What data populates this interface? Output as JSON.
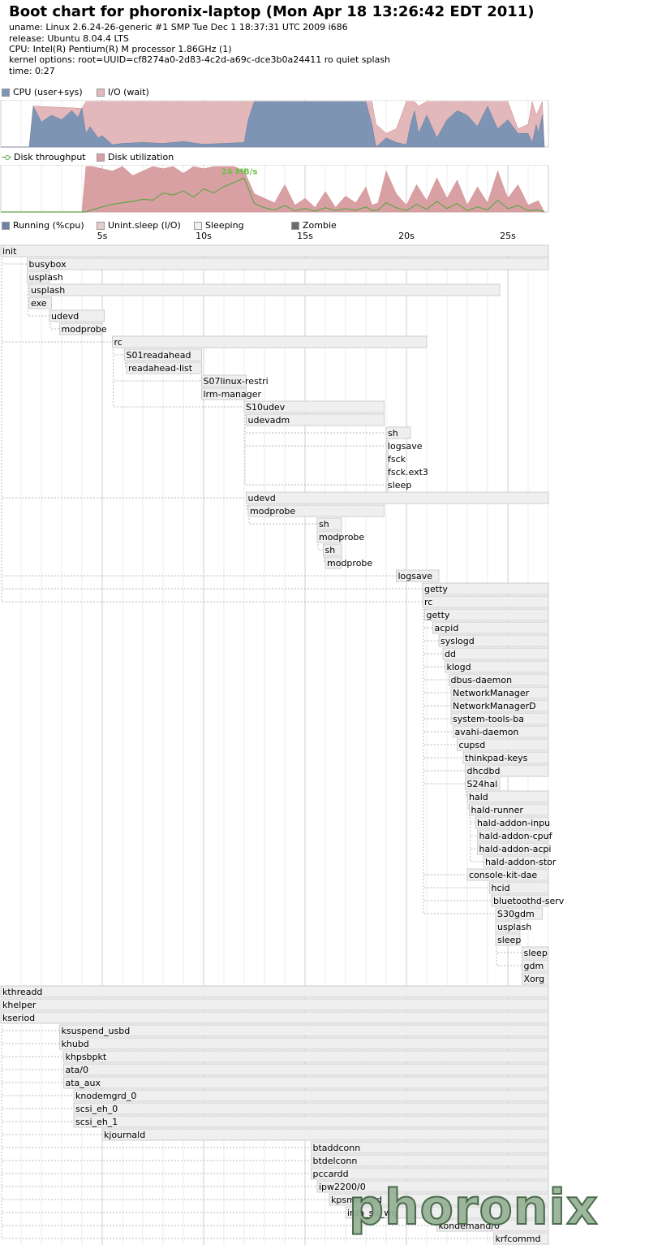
{
  "header": {
    "title": "Boot chart for phoronix-laptop (Mon Apr 18 13:26:42 EDT 2011)",
    "uname": "uname: Linux 2.6.24-26-generic #1 SMP Tue Dec 1 18:37:31 UTC 2009 i686",
    "release": "release: Ubuntu 8.04.4 LTS",
    "cpu": "CPU: Intel(R) Pentium(R) M processor 1.86GHz (1)",
    "kernel_options": "kernel options: root=UUID=cf8274a0-2d83-4c2d-a69c-dce3b0a24411 ro quiet splash",
    "time": "time: 0:27"
  },
  "legends": {
    "cpu": "CPU (user+sys)",
    "io": "I/O (wait)",
    "disk_throughput": "Disk throughput",
    "disk_util": "Disk utilization",
    "running": "Running (%cpu)",
    "unint": "Unint.sleep (I/O)",
    "sleeping": "Sleeping",
    "zombie": "Zombie"
  },
  "colors": {
    "cpu": "#7d94b5",
    "io": "#e3b8bb",
    "io_stroke": "#c88",
    "throughput": "#5fa64a",
    "util": "#d9a0a3",
    "running": "#6c84a8",
    "unint": "#e6cccc",
    "sleeping": "#efefef",
    "zombie": "#6b6b6b",
    "bar_border": "#cccccc",
    "grid": "#dddddd"
  },
  "watermark": "phoronix",
  "chart_data": [
    {
      "type": "area",
      "title": "CPU",
      "x_unit": "s",
      "xlim": [
        0,
        27
      ],
      "ylim": [
        0,
        100
      ],
      "series": [
        {
          "name": "CPU (user+sys)",
          "x": [
            0,
            1.4,
            1.6,
            2,
            2.5,
            3,
            3.5,
            3.8,
            4,
            4.2,
            4.4,
            4.8,
            5,
            5.5,
            6,
            7,
            8,
            9,
            10,
            11,
            12,
            12.2,
            12.5,
            13,
            14,
            15,
            16,
            17,
            18,
            18.3,
            18.5,
            19,
            19.5,
            20,
            20.2,
            20.4,
            20.6,
            21,
            21.5,
            22,
            22.5,
            23,
            23.5,
            24,
            24.5,
            25,
            25.5,
            26,
            26.2,
            26.4,
            26.5,
            26.7,
            26.8
          ],
          "values": [
            0,
            0,
            90,
            55,
            70,
            60,
            80,
            65,
            85,
            30,
            45,
            20,
            25,
            5,
            8,
            10,
            8,
            12,
            6,
            8,
            10,
            60,
            100,
            100,
            100,
            100,
            100,
            100,
            100,
            50,
            0,
            20,
            10,
            5,
            50,
            80,
            30,
            70,
            20,
            60,
            80,
            70,
            45,
            90,
            40,
            60,
            30,
            30,
            10,
            50,
            30,
            70,
            0
          ]
        },
        {
          "name": "I/O (wait)",
          "x": [
            0,
            1.4,
            1.6,
            4,
            4.2,
            4.4,
            4.8,
            5,
            5.5,
            6,
            7,
            8,
            9,
            10,
            11,
            12,
            12.2,
            12.5,
            18.3,
            18.5,
            19,
            19.5,
            20,
            20.2,
            20.4,
            20.6,
            21,
            21.5,
            22,
            22.5,
            23,
            23.5,
            24,
            24.5,
            25,
            25.5,
            26,
            26.2,
            26.4,
            26.5,
            26.7,
            26.8
          ],
          "values": [
            0,
            0,
            90,
            85,
            100,
            100,
            100,
            100,
            100,
            100,
            100,
            100,
            100,
            100,
            100,
            100,
            100,
            100,
            100,
            50,
            30,
            40,
            100,
            100,
            100,
            90,
            100,
            100,
            100,
            100,
            100,
            100,
            100,
            100,
            100,
            40,
            50,
            100,
            70,
            80,
            100,
            0
          ]
        }
      ]
    },
    {
      "type": "area",
      "title": "Disk",
      "x_unit": "s",
      "xlim": [
        0,
        27
      ],
      "annotations": [
        "24 MB/s"
      ],
      "series": [
        {
          "name": "Disk utilization",
          "x": [
            0,
            1.4,
            1.6,
            4,
            4.2,
            4.5,
            5,
            5.5,
            6,
            6.5,
            7,
            7.5,
            8,
            8.5,
            9,
            9.5,
            10,
            10.5,
            11,
            11.5,
            12,
            12.5,
            13,
            13.5,
            14,
            14.5,
            15,
            15.5,
            16,
            16.5,
            17,
            17.5,
            18,
            18.3,
            18.6,
            19,
            19.5,
            20,
            20.5,
            21,
            21.5,
            22,
            22.5,
            23,
            23.5,
            24,
            24.5,
            25,
            25.5,
            26,
            26.5,
            26.8
          ],
          "values": [
            0,
            0,
            0,
            0,
            100,
            100,
            95,
            90,
            100,
            80,
            90,
            100,
            95,
            100,
            85,
            100,
            95,
            100,
            100,
            100,
            90,
            40,
            30,
            20,
            60,
            15,
            30,
            10,
            45,
            10,
            35,
            20,
            55,
            15,
            20,
            90,
            40,
            15,
            60,
            25,
            75,
            30,
            70,
            15,
            55,
            20,
            90,
            30,
            60,
            15,
            25,
            0
          ]
        },
        {
          "name": "Disk throughput",
          "x": [
            0,
            1.4,
            1.6,
            4,
            4.2,
            4.5,
            5,
            5.5,
            6,
            6.5,
            7,
            7.5,
            8,
            8.5,
            9,
            9.5,
            10,
            10.5,
            11,
            11.5,
            12,
            12.5,
            13,
            13.5,
            14,
            14.5,
            15,
            15.5,
            16,
            16.5,
            17,
            17.5,
            18,
            18.3,
            18.6,
            19,
            19.5,
            20,
            20.5,
            21,
            21.5,
            22,
            22.5,
            23,
            23.5,
            24,
            24.5,
            25,
            25.5,
            26,
            26.5,
            26.8
          ],
          "values": [
            0,
            0,
            0,
            0,
            0,
            5,
            12,
            18,
            22,
            25,
            30,
            28,
            45,
            40,
            50,
            35,
            55,
            45,
            60,
            70,
            80,
            20,
            10,
            5,
            15,
            3,
            8,
            2,
            10,
            3,
            8,
            4,
            12,
            3,
            5,
            22,
            10,
            3,
            18,
            6,
            25,
            8,
            20,
            3,
            12,
            5,
            28,
            8,
            15,
            3,
            5,
            0
          ]
        }
      ]
    },
    {
      "type": "gantt",
      "title": "Processes",
      "x_unit": "s",
      "xlim": [
        0,
        27
      ],
      "ticks": [
        "5s",
        "10s",
        "15s",
        "20s",
        "25s"
      ],
      "tasks": [
        {
          "name": "init",
          "start": 0,
          "end": 27,
          "parent": null
        },
        {
          "name": "busybox",
          "start": 1.3,
          "end": 27,
          "parent": 0
        },
        {
          "name": "usplash",
          "start": 1.3,
          "end": 2.4,
          "parent": 1
        },
        {
          "name": "usplash",
          "start": 1.4,
          "end": 24.6,
          "parent": 1
        },
        {
          "name": "exe",
          "start": 1.4,
          "end": 2.5,
          "parent": 1
        },
        {
          "name": "udevd",
          "start": 2.4,
          "end": 5.1,
          "parent": 1
        },
        {
          "name": "modprobe",
          "start": 2.9,
          "end": 5.0,
          "parent": 5
        },
        {
          "name": "rc",
          "start": 5.5,
          "end": 21,
          "parent": 0
        },
        {
          "name": "S01readahead",
          "start": 6.1,
          "end": 9.9,
          "parent": 7
        },
        {
          "name": "readahead-list",
          "start": 6.2,
          "end": 9.9,
          "parent": 8
        },
        {
          "name": "S07linux-restri",
          "start": 9.9,
          "end": 12.1,
          "parent": 7
        },
        {
          "name": "lrm-manager",
          "start": 9.9,
          "end": 12.1,
          "parent": 10
        },
        {
          "name": "S10udev",
          "start": 12.0,
          "end": 18.9,
          "parent": 7
        },
        {
          "name": "udevadm",
          "start": 12.1,
          "end": 18.9,
          "parent": 12
        },
        {
          "name": "sh",
          "start": 19.0,
          "end": 20.2,
          "parent": 12
        },
        {
          "name": "logsave",
          "start": 19.0,
          "end": 19.1,
          "parent": 12
        },
        {
          "name": "fsck",
          "start": 19.0,
          "end": 19.1,
          "parent": 15
        },
        {
          "name": "fsck.ext3",
          "start": 19.0,
          "end": 19.1,
          "parent": 16
        },
        {
          "name": "sleep",
          "start": 19.0,
          "end": 19.1,
          "parent": 12
        },
        {
          "name": "udevd",
          "start": 12.1,
          "end": 27,
          "parent": 0
        },
        {
          "name": "modprobe",
          "start": 12.2,
          "end": 18.9,
          "parent": 19
        },
        {
          "name": "sh",
          "start": 15.6,
          "end": 16.8,
          "parent": 20
        },
        {
          "name": "modprobe",
          "start": 15.6,
          "end": 16.8,
          "parent": 21
        },
        {
          "name": "sh",
          "start": 15.9,
          "end": 16.8,
          "parent": 21
        },
        {
          "name": "modprobe",
          "start": 16.0,
          "end": 16.8,
          "parent": 23
        },
        {
          "name": "logsave",
          "start": 19.5,
          "end": 21.6,
          "parent": 0
        },
        {
          "name": "getty",
          "start": 20.8,
          "end": 27,
          "parent": 0
        },
        {
          "name": "rc",
          "start": 20.8,
          "end": 27,
          "parent": 0
        },
        {
          "name": "getty",
          "start": 20.9,
          "end": 27,
          "parent": 27
        },
        {
          "name": "acpid",
          "start": 21.3,
          "end": 27,
          "parent": 27
        },
        {
          "name": "syslogd",
          "start": 21.6,
          "end": 27,
          "parent": 27
        },
        {
          "name": "dd",
          "start": 21.8,
          "end": 27,
          "parent": 27
        },
        {
          "name": "klogd",
          "start": 21.9,
          "end": 27,
          "parent": 27
        },
        {
          "name": "dbus-daemon",
          "start": 22.1,
          "end": 27,
          "parent": 27
        },
        {
          "name": "NetworkManager",
          "start": 22.2,
          "end": 27,
          "parent": 27
        },
        {
          "name": "NetworkManagerD",
          "start": 22.2,
          "end": 27,
          "parent": 27
        },
        {
          "name": "system-tools-ba",
          "start": 22.2,
          "end": 27,
          "parent": 27
        },
        {
          "name": "avahi-daemon",
          "start": 22.3,
          "end": 27,
          "parent": 27
        },
        {
          "name": "cupsd",
          "start": 22.5,
          "end": 27,
          "parent": 27
        },
        {
          "name": "thinkpad-keys",
          "start": 22.8,
          "end": 27,
          "parent": 27
        },
        {
          "name": "dhcdbd",
          "start": 22.9,
          "end": 27,
          "parent": 27
        },
        {
          "name": "S24hal",
          "start": 22.9,
          "end": 24.6,
          "parent": 27
        },
        {
          "name": "hald",
          "start": 23.0,
          "end": 27,
          "parent": 41
        },
        {
          "name": "hald-runner",
          "start": 23.1,
          "end": 27,
          "parent": 42
        },
        {
          "name": "hald-addon-inpu",
          "start": 23.4,
          "end": 27,
          "parent": 43
        },
        {
          "name": "hald-addon-cpuf",
          "start": 23.5,
          "end": 27,
          "parent": 43
        },
        {
          "name": "hald-addon-acpi",
          "start": 23.5,
          "end": 27,
          "parent": 43
        },
        {
          "name": "hald-addon-stor",
          "start": 23.8,
          "end": 27,
          "parent": 43
        },
        {
          "name": "console-kit-dae",
          "start": 23.0,
          "end": 27,
          "parent": 27
        },
        {
          "name": "hcid",
          "start": 24.1,
          "end": 27,
          "parent": 27
        },
        {
          "name": "bluetoothd-serv",
          "start": 24.2,
          "end": 27,
          "parent": 27
        },
        {
          "name": "S30gdm",
          "start": 24.4,
          "end": 26.7,
          "parent": 27
        },
        {
          "name": "usplash",
          "start": 24.4,
          "end": 25.6,
          "parent": 51
        },
        {
          "name": "sleep",
          "start": 24.4,
          "end": 25.6,
          "parent": 51
        },
        {
          "name": "sleep",
          "start": 25.7,
          "end": 27,
          "parent": 51
        },
        {
          "name": "gdm",
          "start": 25.7,
          "end": 27,
          "parent": 51
        },
        {
          "name": "Xorg",
          "start": 25.7,
          "end": 27,
          "parent": 55
        },
        {
          "name": "kthreadd",
          "start": 0,
          "end": 27,
          "parent": null
        },
        {
          "name": "khelper",
          "start": 0,
          "end": 27,
          "parent": 57
        },
        {
          "name": "kseriod",
          "start": 0,
          "end": 27,
          "parent": 57
        },
        {
          "name": "ksuspend_usbd",
          "start": 2.9,
          "end": 27,
          "parent": 57
        },
        {
          "name": "khubd",
          "start": 2.9,
          "end": 27,
          "parent": 57
        },
        {
          "name": "khpsbpkt",
          "start": 3.1,
          "end": 27,
          "parent": 57
        },
        {
          "name": "ata/0",
          "start": 3.1,
          "end": 27,
          "parent": 57
        },
        {
          "name": "ata_aux",
          "start": 3.1,
          "end": 27,
          "parent": 57
        },
        {
          "name": "knodemgrd_0",
          "start": 3.6,
          "end": 27,
          "parent": 57
        },
        {
          "name": "scsi_eh_0",
          "start": 3.6,
          "end": 27,
          "parent": 57
        },
        {
          "name": "scsi_eh_1",
          "start": 3.6,
          "end": 27,
          "parent": 57
        },
        {
          "name": "kjournald",
          "start": 5.0,
          "end": 27,
          "parent": 57
        },
        {
          "name": "btaddconn",
          "start": 15.3,
          "end": 27,
          "parent": 57
        },
        {
          "name": "btdelconn",
          "start": 15.3,
          "end": 27,
          "parent": 57
        },
        {
          "name": "pccardd",
          "start": 15.3,
          "end": 27,
          "parent": 57
        },
        {
          "name": "ipw2200/0",
          "start": 15.6,
          "end": 27,
          "parent": 57
        },
        {
          "name": "kpsmoused",
          "start": 16.2,
          "end": 27,
          "parent": 57
        },
        {
          "name": "irda_sir_wq",
          "start": 17.0,
          "end": 27,
          "parent": 57
        },
        {
          "name": "kondemand/0",
          "start": 21.5,
          "end": 27,
          "parent": 57
        },
        {
          "name": "krfcommd",
          "start": 24.3,
          "end": 27,
          "parent": 57
        }
      ]
    }
  ]
}
